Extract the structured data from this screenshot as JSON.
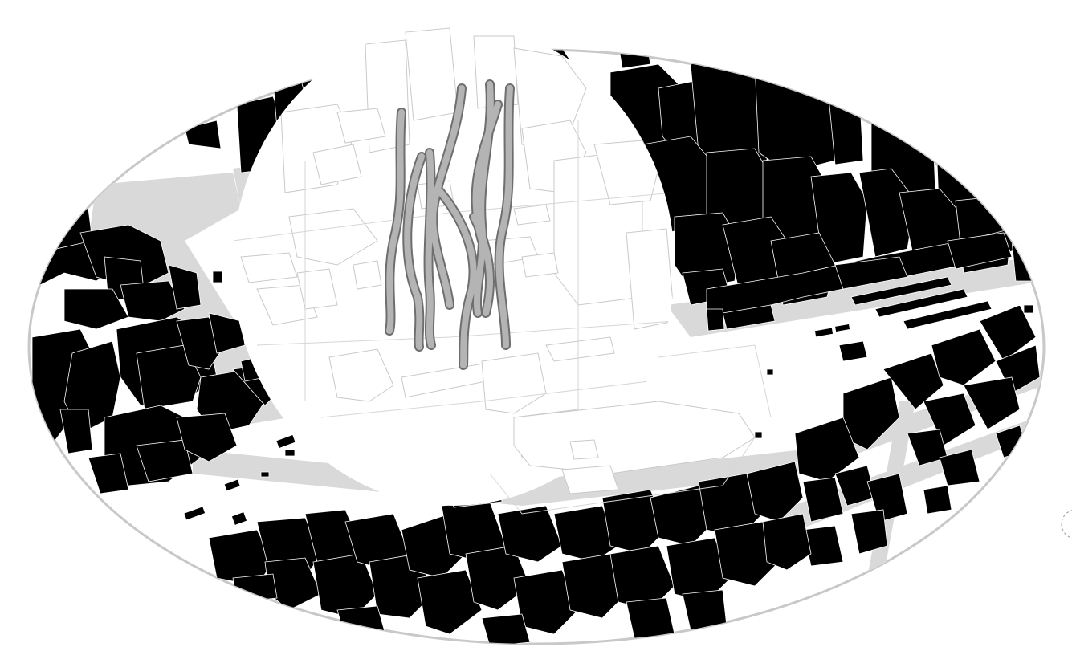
{
  "diagram": {
    "type": "axonometric-urban-context",
    "colors": {
      "background": "#ffffff",
      "context_buildings": "#000000",
      "building_outline": "#ffffff",
      "ghosted_buildings": "#c9c9c9",
      "roads_and_open_space": "#d9d9d9",
      "site_ellipse_outline": "#c8c8c8",
      "proposed_tower_fill": "#b4b4b4",
      "proposed_tower_outline": "#6e6e6e"
    },
    "layers": [
      {
        "name": "context-buildings",
        "style": "solid-black"
      },
      {
        "name": "focus-area-buildings",
        "style": "ghosted-outline"
      },
      {
        "name": "proposed-branching-towers",
        "style": "grey-tubes"
      }
    ]
  }
}
